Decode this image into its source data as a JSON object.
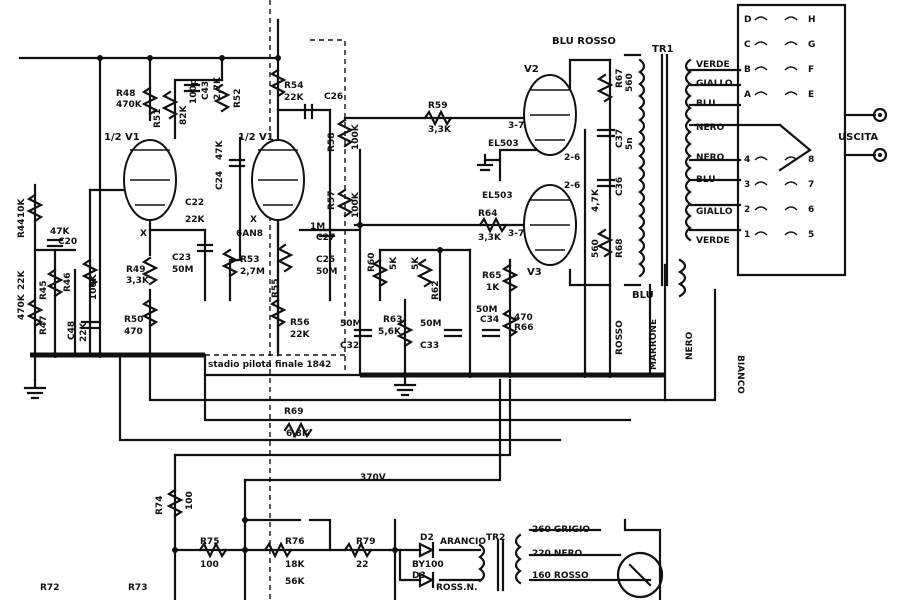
{
  "labels": {
    "out_top": "BLU ROSSO",
    "tr1": "TR1",
    "uscita": "USCITA",
    "sec_top": [
      "VERDE",
      "GIALLO",
      "BLU",
      "NERO"
    ],
    "sec_bot": [
      "NERO",
      "BLU",
      "GIALLO",
      "VERDE"
    ],
    "sw_top": [
      "D",
      "C",
      "B",
      "A"
    ],
    "sw_top_r": [
      "H",
      "G",
      "F",
      "E"
    ],
    "sw_bot": [
      "4",
      "3",
      "2",
      "1"
    ],
    "sw_bot_r": [
      "8",
      "7",
      "6",
      "5"
    ],
    "v2": "V2",
    "v3": "V3",
    "el503_a": "EL503",
    "el503_b": "EL503",
    "pin_37a": "3-7",
    "pin_37b": "3-7",
    "pin_26a": "2-6",
    "pin_26b": "2-6",
    "r59": "R59",
    "r59v": "3,3K",
    "r64": "R64",
    "r64v": "3,3K",
    "r67": "R67",
    "r67v": "560",
    "c37": "C37",
    "c37v": "5n",
    "c36": "C36",
    "c36v": "4,7K",
    "r68": "R68",
    "r68v": "560",
    "blu": "BLU",
    "rosso": "ROSSO",
    "marrone": "MARRONE",
    "nero": "NERO",
    "bianco": "BIANCO",
    "r54": "R54",
    "r54v": "22K",
    "c26": "C26",
    "r58": "R58",
    "r58v": "100K",
    "r57": "R57",
    "r57v": "100K",
    "c27": "C27",
    "c27v": "1M",
    "half_v1_a": "1/2 V1",
    "half_v1_b": "1/2 V1",
    "r48": "R48",
    "r48v": "470K",
    "r51": "R51",
    "r51v": "82K",
    "c42": "100p",
    "c43": "C43",
    "c43v": "2,7K",
    "r52": "R52",
    "c24": "C24",
    "c24v": "47K",
    "c22": "C22",
    "c22v": "22K",
    "v6an8": "6AN8",
    "r53": "R53",
    "r53v": "2,7M",
    "r55": "R55",
    "c25": "C25",
    "c25v": "50M",
    "c23": "C23",
    "c23v": "50M",
    "r49": "R49",
    "r49v": "3,3K",
    "r50": "R50",
    "r50v": "470",
    "r56": "R56",
    "r56v": "22K",
    "r44": "R44",
    "r44v": "10K",
    "c20v": "47K",
    "c20": "C20",
    "r46": "R46",
    "r45": "R45",
    "r45v": "470K",
    "r45v2": "22K",
    "r100k": "100K",
    "r47": "R47",
    "c48": "C48",
    "c48v": "22K",
    "r60": "R60",
    "r60v": "5K",
    "r62": "R62",
    "r62v": "5K",
    "r63": "R63",
    "r63v": "5,6K",
    "r65": "R65",
    "r65v": "1K",
    "r66": "R66",
    "r66v": "470",
    "c34": "C34",
    "c34v": "50M",
    "c32": "C32",
    "c32v": "50M",
    "c33": "C33",
    "c33v": "50M",
    "stadio": "stadio pilota finale 1842",
    "r69": "R69",
    "r69v": "6,8K",
    "v370": "370V",
    "r74": "R74",
    "r74v": "100",
    "r75": "R75",
    "r75v": "100",
    "r76": "R76",
    "r76v": "18K",
    "r76v2": "56K",
    "r79": "R79",
    "r79v": "22",
    "d2": "D2",
    "by100": "BY100",
    "d3": "D3",
    "arancio": "ARANCIO",
    "rossn": "ROSS.N.",
    "tr2": "TR2",
    "v260": "260 GRIGIO",
    "v220": "220 NERO",
    "v160": "160 ROSSO",
    "r72": "R72",
    "r73": "R73",
    "x1": "X",
    "x2": "X"
  }
}
